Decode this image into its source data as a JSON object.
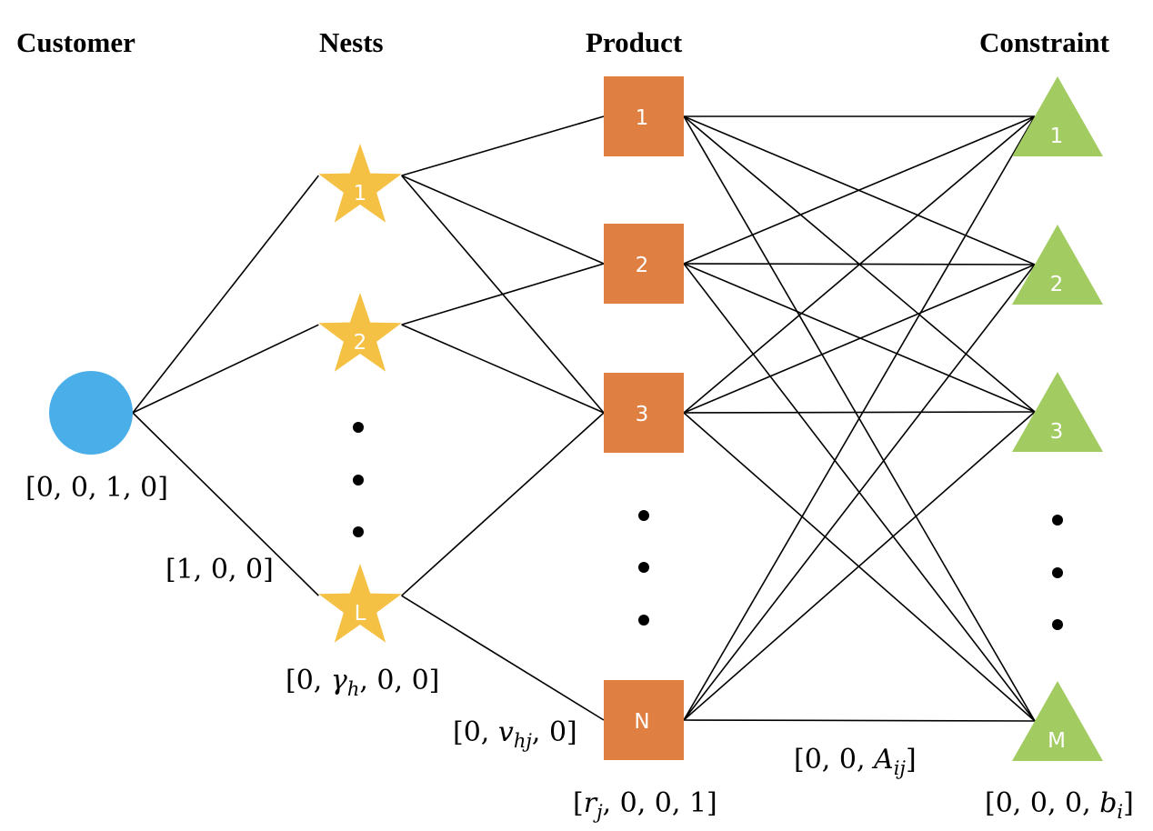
{
  "headers": {
    "customer": "Customer",
    "nests": "Nests",
    "product": "Product",
    "constraint": "Constraint"
  },
  "colors": {
    "customer": "#4AAEE8",
    "nest": "#F5C144",
    "product": "#E07F42",
    "constraint": "#A2CB62",
    "edge": "#000000",
    "node_text": "#FFFFFF"
  },
  "nodes": {
    "customer": {
      "label": ""
    },
    "nests": [
      {
        "id": "nest-1",
        "label": "1"
      },
      {
        "id": "nest-2",
        "label": "2"
      },
      {
        "id": "nest-L",
        "label": "L"
      }
    ],
    "products": [
      {
        "id": "product-1",
        "label": "1"
      },
      {
        "id": "product-2",
        "label": "2"
      },
      {
        "id": "product-3",
        "label": "3"
      },
      {
        "id": "product-N",
        "label": "N"
      }
    ],
    "constraints": [
      {
        "id": "constraint-1",
        "label": "1"
      },
      {
        "id": "constraint-2",
        "label": "2"
      },
      {
        "id": "constraint-3",
        "label": "3"
      },
      {
        "id": "constraint-M",
        "label": "M"
      }
    ]
  },
  "edges": {
    "customer_to_nest": [
      "nest-1",
      "nest-2",
      "nest-L"
    ],
    "nest_to_product": [
      [
        "nest-1",
        "product-1"
      ],
      [
        "nest-1",
        "product-2"
      ],
      [
        "nest-1",
        "product-3"
      ],
      [
        "nest-2",
        "product-2"
      ],
      [
        "nest-2",
        "product-3"
      ],
      [
        "nest-L",
        "product-3"
      ],
      [
        "nest-L",
        "product-N"
      ]
    ],
    "product_to_constraint": "all-to-all"
  },
  "ellipsis": "•",
  "labels": {
    "customer_features": {
      "pre": "[0, 0, 1, 0]"
    },
    "customer_nest_edge": {
      "pre": "[1, 0, 0]"
    },
    "nest_features": {
      "pre": "[0, ",
      "var": "γ",
      "sub": "h",
      "post": ", 0, 0]"
    },
    "nest_product_edge": {
      "pre": "[0, ",
      "var": "v",
      "sub": "hj",
      "post": ", 0]"
    },
    "product_features": {
      "pre": "[",
      "var": "r",
      "sub": "j",
      "post": ", 0, 0, 1]"
    },
    "product_constraint_edge": {
      "pre": "[0, 0, ",
      "var": "A",
      "sub": "ij",
      "post": "]"
    },
    "constraint_features": {
      "pre": "[0, 0, 0, ",
      "var": "b",
      "sub": "i",
      "post": "]"
    }
  }
}
